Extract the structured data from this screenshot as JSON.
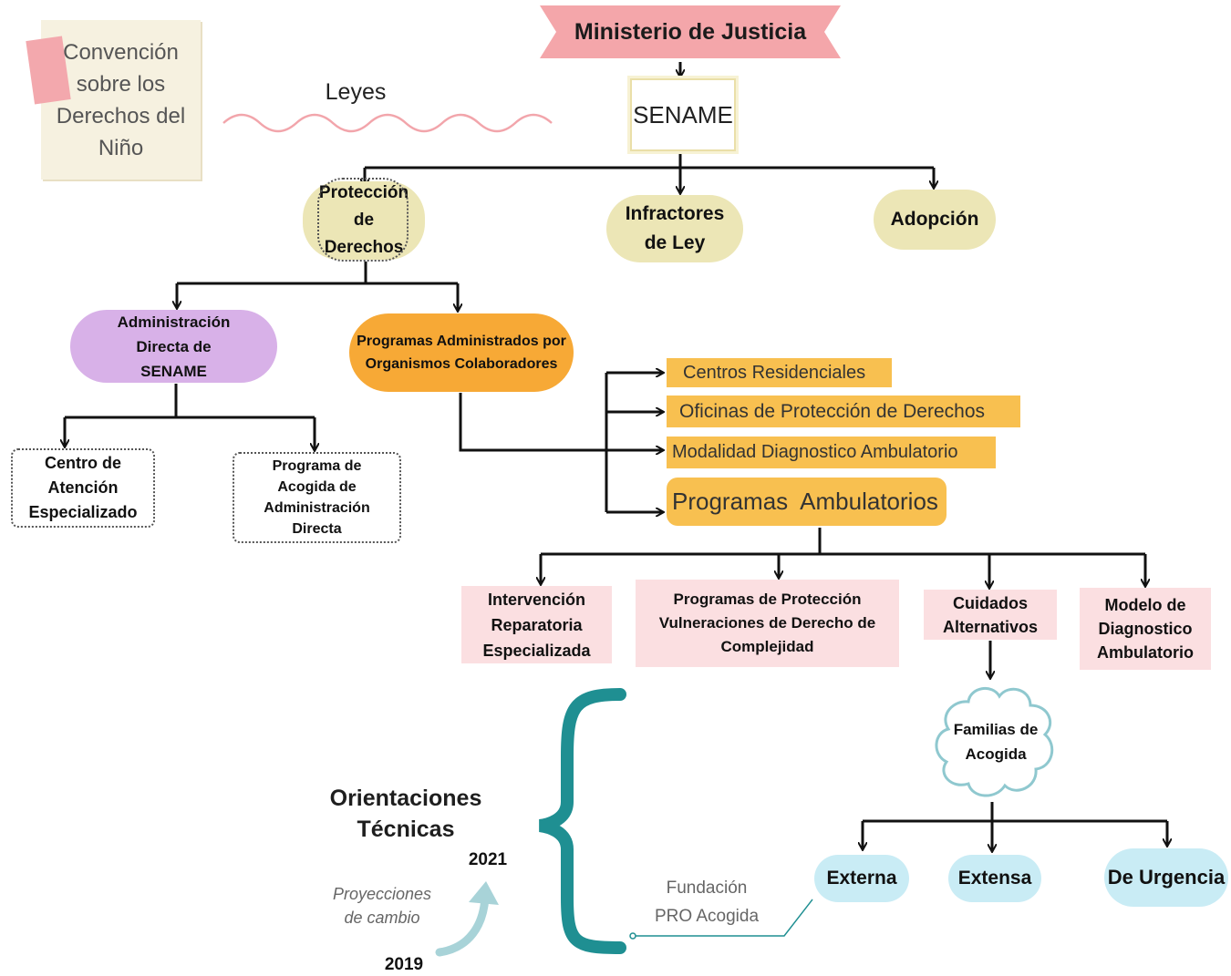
{
  "title": "Ministerio de Justicia",
  "top_agency": "SENAME",
  "note_card": "Convención sobre los Derechos del Niño",
  "leyes_label": "Leyes",
  "branches": {
    "proteccion": "Protección de Derechos",
    "infractores": "Infractores de Ley",
    "adopcion": "Adopción"
  },
  "proteccion_children": {
    "admin_directa": "Administración Directa de SENAME",
    "prog_admin": "Programas Administrados por Organismos Colaboradores"
  },
  "admin_directa_children": {
    "centro_atencion": "Centro de Atención Especializado",
    "prog_acogida": "Programa de Acogida de Administración Directa"
  },
  "colaboradores_list": {
    "centros_residenciales": "Centros Residenciales",
    "oficinas": "Oficinas de Protección de Derechos",
    "modalidad": "Modalidad Diagnostico Ambulatorio",
    "programas_ambulatorios": "Programas  Ambulatorios"
  },
  "ambulatorios_children": {
    "intervencion": "Intervención Reparatoria Especializada",
    "prog_proteccion": "Programas de Protección Vulneraciones de Derecho de Complejidad",
    "cuidados": "Cuidados Alternativos",
    "modelo_diag": "Modelo de Diagnostico Ambulatorio"
  },
  "familias": "Familias de Acogida",
  "familias_types": {
    "externa": "Externa",
    "extensa": "Extensa",
    "urgencia": "De Urgencia"
  },
  "orientaciones": {
    "title": "Orientaciones Técnicas",
    "year_2021": "2021",
    "year_2019": "2019",
    "proyecciones": "Proyecciones de cambio",
    "fundacion": "Fundación PRO Acogida"
  },
  "colors": {
    "banner": "#f4a6aa",
    "khaki": "#ece6b6",
    "purple": "#d8b1e8",
    "orange": "#f7a936",
    "light_orange": "#f8c050",
    "pink": "#fbdfe1",
    "blue": "#c9ecf5",
    "teal": "#1f8f92",
    "wave": "#f2a5ab"
  }
}
